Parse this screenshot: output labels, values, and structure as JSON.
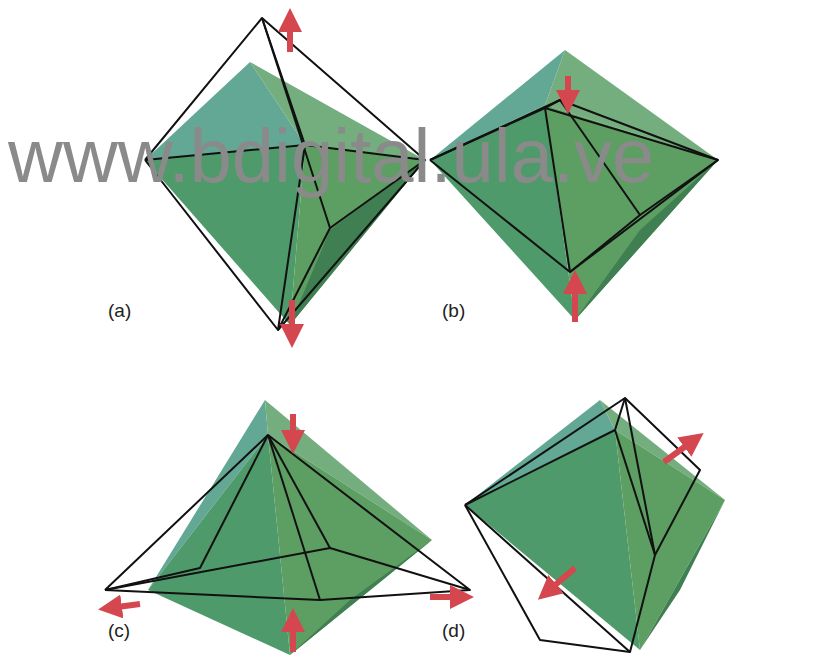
{
  "diagram": {
    "labels": [
      "www.bdigital.ula.ve",
      "(a)",
      "(b)",
      "(c)",
      "(d)"
    ]
  }
}
